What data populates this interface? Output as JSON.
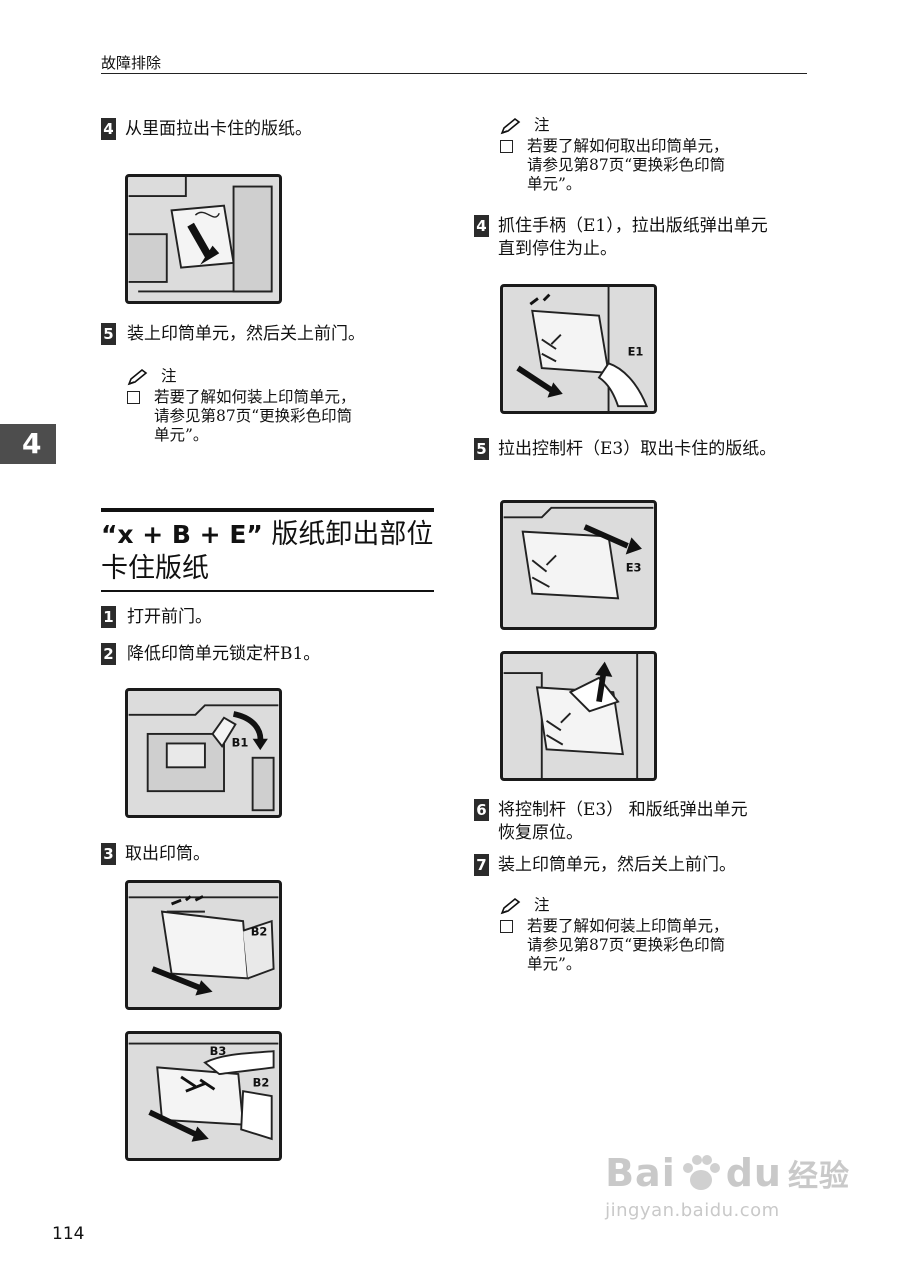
{
  "header": {
    "title": "故障排除"
  },
  "chapter_tab": "4",
  "left_column": {
    "step4": {
      "num": "4",
      "text": "从里面拉出卡住的版纸。"
    },
    "step5": {
      "num": "5",
      "text": "装上印筒单元，然后关上前门。"
    },
    "note1": {
      "label": "注",
      "line1": "若要了解如何装上印筒单元，",
      "line2": "请参见第87页“更换彩色印筒",
      "line3": "单元”。"
    },
    "section": {
      "title_latin": "“x + B + E”",
      "title_cn1": " 版纸卸出部位",
      "title_cn2": "卡住版纸"
    },
    "stepA1": {
      "num": "1",
      "text": "打开前门。"
    },
    "stepA2": {
      "num": "2",
      "text": "降低印筒单元锁定杆B1。"
    },
    "stepA3": {
      "num": "3",
      "text": "取出印筒。"
    },
    "fig_labels": {
      "b1": "B1",
      "b2": "B2",
      "b3": "B3"
    }
  },
  "right_column": {
    "note2": {
      "label": "注",
      "line1": "若要了解如何取出印筒单元，",
      "line2": "请参见第87页“更换彩色印筒",
      "line3": "单元”。"
    },
    "step4": {
      "num": "4",
      "line1": "抓住手柄（E1），拉出版纸弹出单元",
      "line2": "直到停住为止。"
    },
    "step5": {
      "num": "5",
      "text": "拉出控制杆（E3）取出卡住的版纸。"
    },
    "step6": {
      "num": "6",
      "line1": "将控制杆（E3） 和版纸弹出单元",
      "line2": "恢复原位。"
    },
    "step7": {
      "num": "7",
      "text": "装上印筒单元，然后关上前门。"
    },
    "note3": {
      "label": "注",
      "line1": "若要了解如何装上印筒单元，",
      "line2": "请参见第87页“更换彩色印筒",
      "line3": "单元”。"
    },
    "fig_labels": {
      "e1": "E1",
      "e3": "E3"
    }
  },
  "page_number": "114",
  "watermark": {
    "logo_left": "Bai",
    "logo_right": "du",
    "logo_cn": "经验",
    "url": "jingyan.baidu.com"
  }
}
